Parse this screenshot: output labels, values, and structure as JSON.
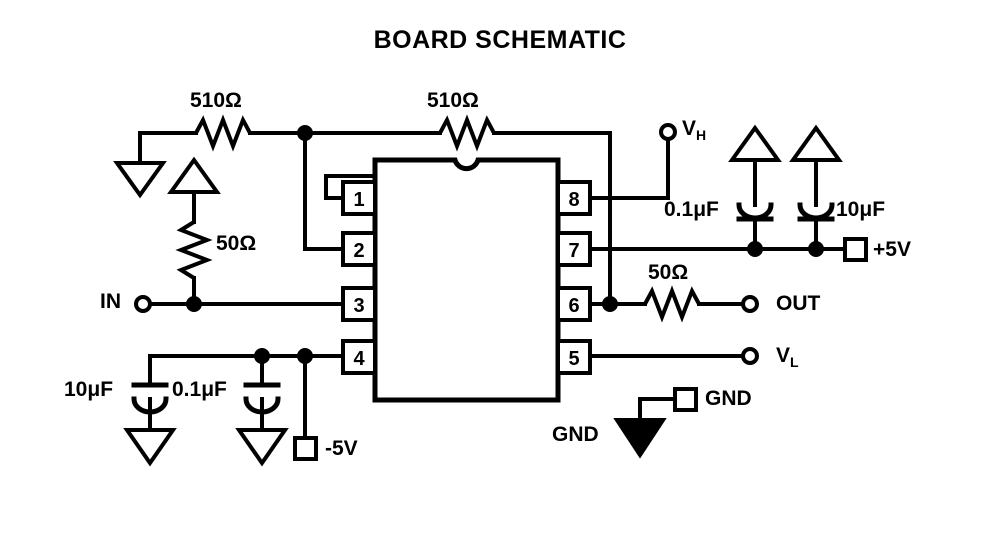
{
  "title": "BOARD SCHEMATIC",
  "colors": {
    "ink": "#000000",
    "background": "#ffffff"
  },
  "ic": {
    "name": "8-pin-dip-package",
    "pins_left": [
      "1",
      "2",
      "3",
      "4"
    ],
    "pins_right": [
      "8",
      "7",
      "6",
      "5"
    ]
  },
  "components": {
    "r_top_left": "510Ω",
    "r_top_right": "510Ω",
    "r_input_term": "50Ω",
    "r_output_series": "50Ω",
    "c_pos_small": "0.1μF",
    "c_pos_large": "10μF",
    "c_neg_large": "10μF",
    "c_neg_small": "0.1μF"
  },
  "terminals": {
    "input": "IN",
    "output": "OUT",
    "v_high": "V",
    "v_high_sub": "H",
    "v_low": "V",
    "v_low_sub": "L",
    "supply_positive": "+5V",
    "supply_negative": "-5V",
    "ground_pad": "GND",
    "ground_symbol": "GND"
  },
  "chart_data": {
    "type": "table",
    "title": "BOARD SCHEMATIC",
    "nets": [
      {
        "from": "GND (triangle, top-left)",
        "through": "510Ω",
        "to": "node A / pin 2"
      },
      {
        "from": "node A / pin 2",
        "through": "510Ω",
        "to": "pin 6 node"
      },
      {
        "from": "pin 3 (IN)",
        "through": "50Ω",
        "to": "GND (triangle)"
      },
      {
        "from": "pin 6",
        "through": "50Ω",
        "to": "OUT"
      },
      {
        "from": "pin 8",
        "through": "wire",
        "to": "V_H"
      },
      {
        "from": "pin 7",
        "through": "wire",
        "to": "+5V, 0.1μF, 10μF"
      },
      {
        "from": "pin 5",
        "through": "wire",
        "to": "V_L"
      },
      {
        "from": "pin 4",
        "through": "wire",
        "to": "-5V, 10μF, 0.1μF"
      }
    ]
  }
}
